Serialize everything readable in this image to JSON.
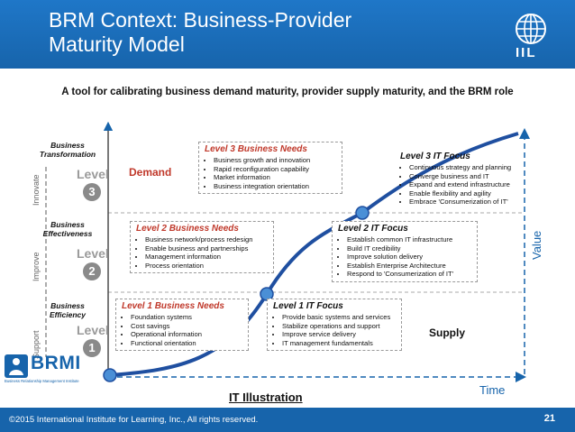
{
  "header": {
    "title": "BRM Context: Business-Provider Maturity Model"
  },
  "subtitle": "A tool for calibrating business demand maturity, provider supply maturity, and the BRM role",
  "axes": {
    "x_label": "Time",
    "y_label": "Value",
    "bottom_label": "IT Illustration"
  },
  "rows": [
    {
      "name": "Business\nTransformation",
      "level_word": "Level",
      "level_num": "3",
      "side": "Innovate"
    },
    {
      "name": "Business\nEffectiveness",
      "level_word": "Level",
      "level_num": "2",
      "side": "Improve"
    },
    {
      "name": "Business\nEfficiency",
      "level_word": "Level",
      "level_num": "1",
      "side": "Support"
    }
  ],
  "demand_label": "Demand",
  "supply_label": "Supply",
  "business_needs": [
    {
      "title": "Level 3 Business Needs",
      "items": [
        "Business growth and innovation",
        "Rapid reconfiguration capability",
        "Market information",
        "Business integration orientation"
      ]
    },
    {
      "title": "Level 2 Business Needs",
      "items": [
        "Business network/process redesign",
        "Enable business and partnerships",
        "Management information",
        "Process orientation"
      ]
    },
    {
      "title": "Level 1 Business Needs",
      "items": [
        "Foundation systems",
        "Cost savings",
        "Operational information",
        "Functional orientation"
      ]
    }
  ],
  "it_focus": [
    {
      "title": "Level 3 IT Focus",
      "items": [
        "Continuous strategy and planning",
        "Converge business and IT",
        "Expand and extend infrastructure",
        "Enable flexibility and agility",
        "Embrace 'Consumerization of IT'"
      ]
    },
    {
      "title": "Level 2 IT Focus",
      "items": [
        "Establish common IT infrastructure",
        "Build IT credibility",
        "Improve solution delivery",
        "Establish Enterprise Architecture",
        "Respond to 'Consumerization of IT'"
      ]
    },
    {
      "title": "Level 1 IT Focus",
      "items": [
        "Provide basic systems and services",
        "Stabilize operations and support",
        "Improve service delivery",
        "IT management fundamentals"
      ]
    }
  ],
  "logos": {
    "brmi": "BRMI",
    "brmi_tag": "Business Relationship Management Institute",
    "iil": "IIL"
  },
  "footer": {
    "copyright": "©2015 International Institute for Learning, Inc., All rights reserved.",
    "page": "21"
  },
  "colors": {
    "brand_blue": "#1764ab",
    "curve": "#1f4fa0",
    "needs_red": "#c0392b"
  }
}
